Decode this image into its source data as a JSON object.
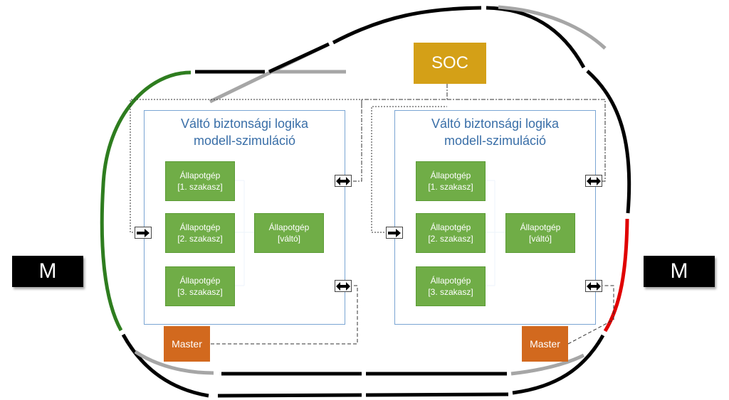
{
  "motors": [
    {
      "label": "M"
    },
    {
      "label": "M"
    }
  ],
  "soc": {
    "label": "SOC"
  },
  "modules": [
    {
      "title_line1": "Váltó biztonsági logika",
      "title_line2": "modell-szimuláció",
      "states": [
        {
          "line1": "Állapotgép",
          "line2": "[1. szakasz]"
        },
        {
          "line1": "Állapotgép",
          "line2": "[2. szakasz]"
        },
        {
          "line1": "Állapotgép",
          "line2": "[3. szakasz]"
        },
        {
          "line1": "Állapotgép",
          "line2": "[váltó]"
        }
      ]
    },
    {
      "title_line1": "Váltó biztonsági logika",
      "title_line2": "modell-szimuláció",
      "states": [
        {
          "line1": "Állapotgép",
          "line2": "[1. szakasz]"
        },
        {
          "line1": "Állapotgép",
          "line2": "[2. szakasz]"
        },
        {
          "line1": "Állapotgép",
          "line2": "[3. szakasz]"
        },
        {
          "line1": "Állapotgép",
          "line2": "[váltó]"
        }
      ]
    }
  ],
  "masters": [
    {
      "label": "Master"
    },
    {
      "label": "Master"
    }
  ],
  "colors": {
    "track": "#000000",
    "track_inactive": "#a6a6a6",
    "track_green": "#2e7d1f",
    "track_red": "#e00000",
    "soc": "#d4a017",
    "state_machine": "#70ad47",
    "master": "#d2691e",
    "module_border": "#7aa5d3",
    "title_text": "#3a6fa8"
  },
  "icons": {
    "port_in": "arrow-right-icon",
    "port_bidir": "double-arrow-icon"
  }
}
